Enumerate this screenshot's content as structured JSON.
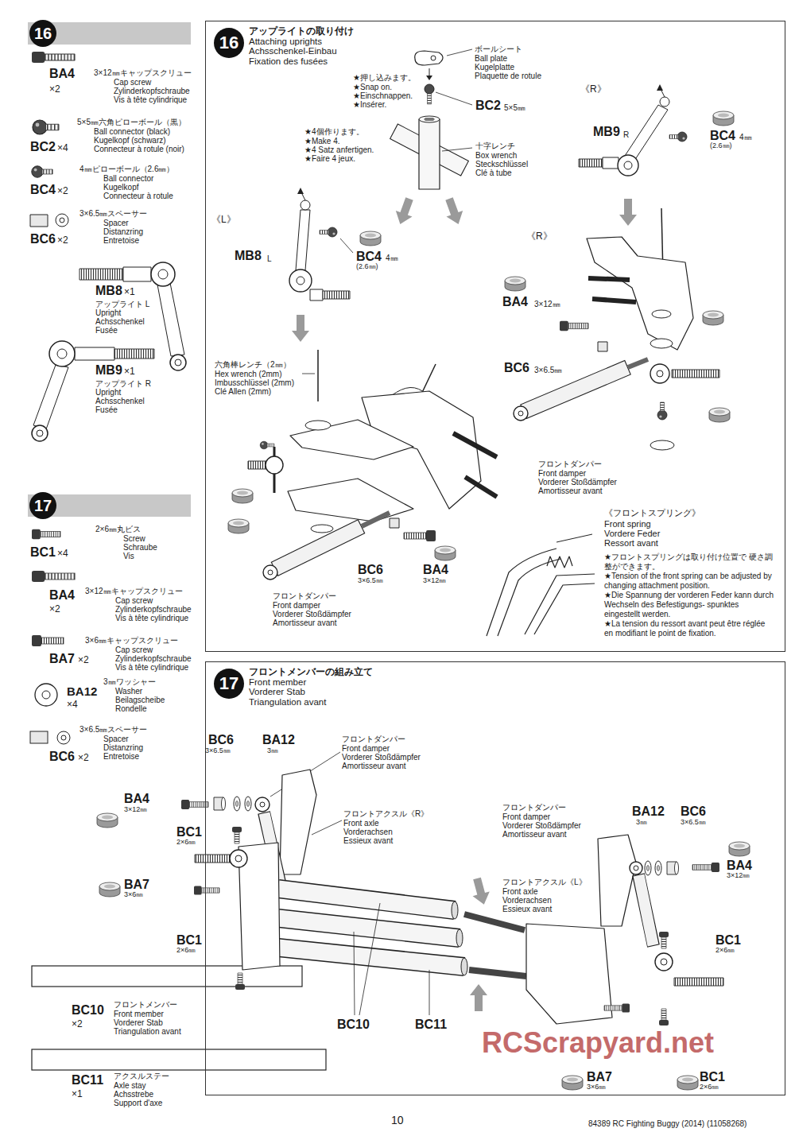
{
  "diagram": {
    "nodes": [
      {
        "text": [
          "16"
        ]
      },
      {
        "text": [
          "アップライトの取り付け",
          "Attaching uprights",
          "Achsschenkel-Einbau",
          "Fixation des fusées"
        ]
      },
      {
        "text": [
          "16"
        ],
        "in": 1
      },
      {
        "text": [
          "17"
        ]
      },
      {
        "text": [
          "フロントメンバーの組み立て",
          "Front member",
          "Vorderer Stab",
          "Triangulation avant"
        ]
      },
      {
        "text": [
          "17"
        ],
        "in": 4
      }
    ],
    "labels": [
      "BA4",
      "×2",
      "3×12㎜キャップスクリュー",
      "Cap screw",
      "Zylinderkopfschraube",
      "Vis à tête cylindrique",
      "5×5㎜六角ピローボール（黒）",
      "Ball connector (black)",
      "Kugelkopf (schwarz)",
      "Connecteur à rotule (noir)",
      "BC2",
      "×4",
      "4㎜ピローボール（2.6㎜）",
      "Ball connector",
      "Kugelkopf",
      "Connecteur à rotule",
      "BC4",
      "×2",
      "3×6.5㎜スペーサー",
      "Spacer",
      "Distanzring",
      "Entretoise",
      "BC6",
      "×2",
      "MB8",
      "×1",
      "アップライト L",
      "Upright",
      "Achsschenkel",
      "Fusée",
      "MB9",
      "×1",
      "アップライト R",
      "Upright",
      "Achsschenkel",
      "Fusée",
      "2×6㎜丸ビス",
      "Screw",
      "Schraube",
      "Vis",
      "BC1",
      "×4",
      "3×12㎜キャップスクリュー",
      "Cap screw",
      "Zylinderkopfschraube",
      "Vis à tête cylindrique",
      "BA4",
      "×2",
      "3×6㎜キャップスクリュー",
      "Cap screw",
      "Zylinderkopfschraube",
      "Vis à tête cylindrique",
      "BA7",
      "×2",
      "3㎜ワッシャー",
      "Washer",
      "Beilagscheibe",
      "Rondelle",
      "BA12",
      "×4",
      "3×6.5㎜スペーサー",
      "Spacer",
      "Distanzring",
      "Entretoise",
      "BC6",
      "×2",
      "BC10",
      "×2",
      "フロントメンバー",
      "Front member",
      "Vorderer Stab",
      "Triangulation avant",
      "BC11",
      "×1",
      "アクスルステー",
      "Axle stay",
      "Achsstrebe",
      "Support d'axe",
      "ボールシート",
      "Ball plate",
      "Kugelplatte",
      "Plaquette de rotule",
      "★押し込みます。",
      "★Snap on.",
      "★Einschnappen.",
      "★Insérer.",
      "BC2",
      "5×5㎜",
      "★4個作ります。",
      "★Make 4.",
      "★4 Satz anfertigen.",
      "★Faire 4 jeux.",
      "十字レンチ",
      "Box wrench",
      "Steckschlüssel",
      "Clé à tube",
      "《R》",
      "MB9",
      "R",
      "BC4",
      "4㎜",
      "(2.6㎜)",
      "《L》",
      "《R》",
      "MB8",
      "L",
      "BC4",
      "4㎜",
      "(2.6㎜)",
      "BA4",
      "3×12㎜",
      "六角棒レンチ（2㎜）",
      "Hex wrench (2mm)",
      "Imbusschlüssel (2mm)",
      "Clé Allen (2mm)",
      "BC6",
      "3×6.5㎜",
      "フロントダンパー",
      "Front damper",
      "Vorderer Stoßdämpfer",
      "Amortisseur avant",
      "《フロントスプリング》",
      "Front spring",
      "Vordere Feder",
      "Ressort avant",
      "★フロントスプリングは取り付け位置で 硬さ調整ができます。",
      "★Tension of the front spring can be adjusted by changing attachment position.",
      "★Die Spannung der vorderen Feder kann durch Wechseln des Befestigungs- spunktes eingestellt werden.",
      "★La tension du ressort avant peut être réglée en modifiant le point de fixation.",
      "BC6",
      "3×6.5㎜",
      "BA4",
      "3×12㎜",
      "フロントダンパー",
      "Front damper",
      "Vorderer Stoßdämpfer",
      "Amortisseur avant",
      "BC6",
      "3×6.5㎜",
      "BA12",
      "3㎜",
      "フロントダンパー",
      "Front damper",
      "Vorderer Stoßdämpfer",
      "Amortisseur avant",
      "BA4",
      "3×12㎜",
      "フロントアクスル《R》",
      "Front axle",
      "Vorderachsen",
      "Essieux avant",
      "BC1",
      "2×6㎜",
      "フロントダンパー",
      "Front damper",
      "Vorderer Stoßdämpfer",
      "Amortisseur avant",
      "BA12",
      "3㎜",
      "BC6",
      "3×6.5㎜",
      "BA4",
      "3×12㎜",
      "BA7",
      "3×6㎜",
      "フロントアクスル《L》",
      "Front axle",
      "Vorderachsen",
      "Essieux avant",
      "BC1",
      "2×6㎜",
      "BC1",
      "2×6㎜",
      "BC10",
      "BC11",
      "RCScrapyard.net",
      "BA7",
      "3×6㎜",
      "BC1",
      "2×6㎜",
      "10",
      "84389 RC Fighting Buggy (2014) (11058268)"
    ]
  }
}
